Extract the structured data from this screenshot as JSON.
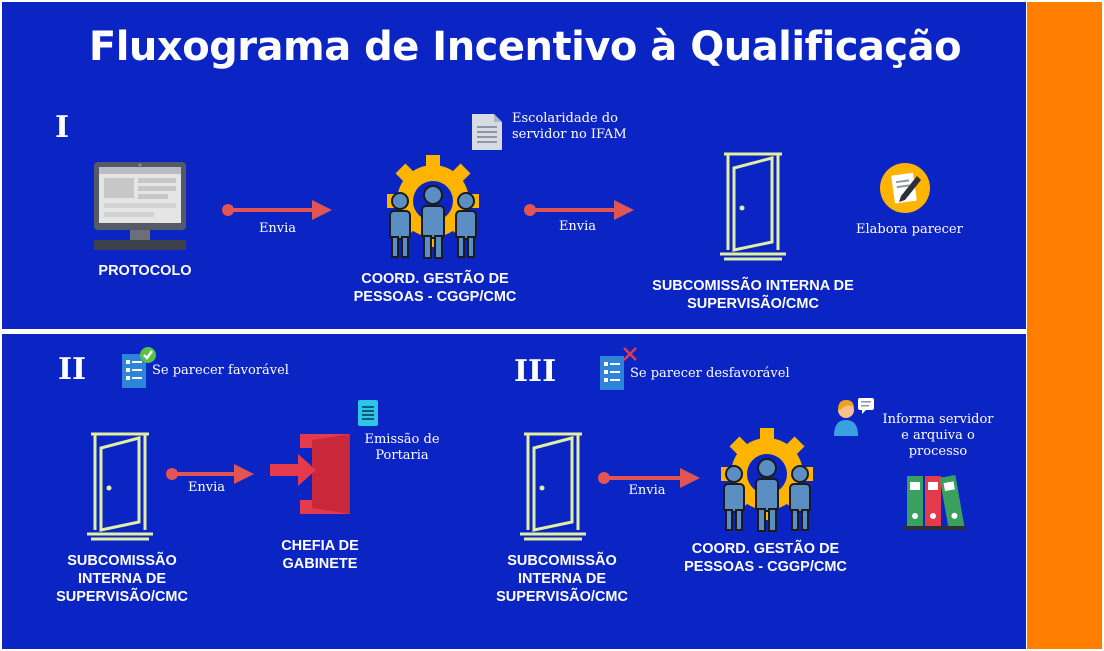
{
  "title": "Fluxograma de Incentivo à Qualificação",
  "colors": {
    "background": "#0b24c4",
    "side_bar": "#ff7e00",
    "arrow": "#e25555",
    "gear": "#ffb400",
    "door": "#e2efa2",
    "exit_door": "#e53a4b"
  },
  "section1": {
    "roman": "I",
    "protocolo": "PROTOCOLO",
    "envia1": "Envia",
    "coord_line1": "COORD. GESTÃO DE",
    "coord_line2": "PESSOAS - CGGP/CMC",
    "doc_line1": "Escolaridade do",
    "doc_line2": "servidor no IFAM",
    "envia2": "Envia",
    "sub_line1": "SUBCOMISSÃO INTERNA DE",
    "sub_line2": "SUPERVISÃO/CMC",
    "elabora": "Elabora parecer"
  },
  "section2": {
    "roman": "II",
    "condition": "Se parecer favorável",
    "sub_line1": "SUBCOMISSÃO",
    "sub_line2": "INTERNA DE",
    "sub_line3": "SUPERVISÃO/CMC",
    "envia": "Envia",
    "chefia_line1": "CHEFIA DE",
    "chefia_line2": "GABINETE",
    "emissao_line1": "Emissão de",
    "emissao_line2": "Portaria"
  },
  "section3": {
    "roman": "III",
    "condition": "Se parecer desfavorável",
    "sub_line1": "SUBCOMISSÃO",
    "sub_line2": "INTERNA DE",
    "sub_line3": "SUPERVISÃO/CMC",
    "envia": "Envia",
    "coord_line1": "COORD. GESTÃO DE",
    "coord_line2": "PESSOAS - CGGP/CMC",
    "informa_line1": "Informa servidor",
    "informa_line2": "e arquiva o",
    "informa_line3": "processo"
  },
  "icons": [
    "computer-icon",
    "team-gear-icon",
    "document-icon",
    "door-icon",
    "pencil-badge-icon",
    "checklist-approved-icon",
    "checklist-rejected-icon",
    "exit-door-icon",
    "portaria-document-icon",
    "support-agent-icon",
    "binders-icon"
  ]
}
